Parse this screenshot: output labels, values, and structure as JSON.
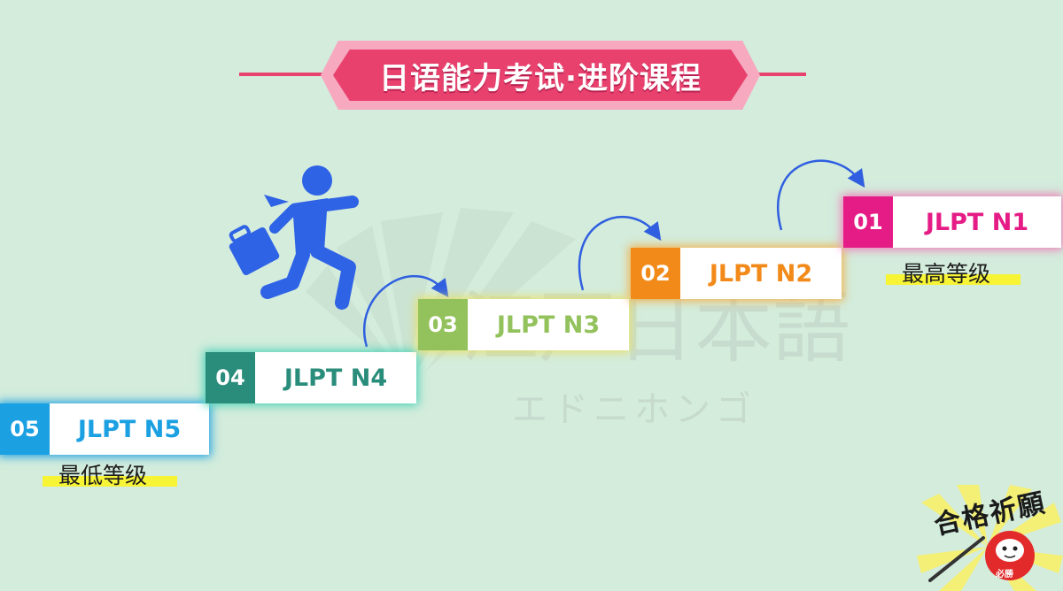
{
  "title": "日语能力考试·进阶课程",
  "colors": {
    "title_pink": "#e8416e",
    "title_border": "#f6a9bf",
    "arrow_blue": "#2f5fe0",
    "runner_blue": "#2f63e6",
    "highlight_yellow": "#f7f335"
  },
  "steps": [
    {
      "num": "05",
      "label": "JLPT N5",
      "num_color": "#1ba0e2",
      "label_color": "#1ba0e2",
      "glow": "#1ba0e2"
    },
    {
      "num": "04",
      "label": "JLPT N4",
      "num_color": "#2a8c7a",
      "label_color": "#2a8c7a",
      "glow": "#48d1b6"
    },
    {
      "num": "03",
      "label": "JLPT N3",
      "num_color": "#93c25c",
      "label_color": "#93c25c",
      "glow": "#e8e06a"
    },
    {
      "num": "02",
      "label": "JLPT N2",
      "num_color": "#f28a1a",
      "label_color": "#f28a1a",
      "glow": "#f2b04a"
    },
    {
      "num": "01",
      "label": "JLPT N1",
      "num_color": "#e51c86",
      "label_color": "#e51c86",
      "glow": "#f07ab8"
    }
  ],
  "captions": {
    "lowest": "最低等级",
    "highest": "最高等级"
  },
  "watermark": {
    "kanji": "江戸日本語",
    "kana": "エドニホンゴ"
  },
  "badge": {
    "text": "合格祈願",
    "daruma_mark": "必勝"
  },
  "icons": {
    "runner": "businessman-running-icon",
    "arrows": "curved-arrow-icon",
    "badge": "daruma-badge-icon"
  }
}
